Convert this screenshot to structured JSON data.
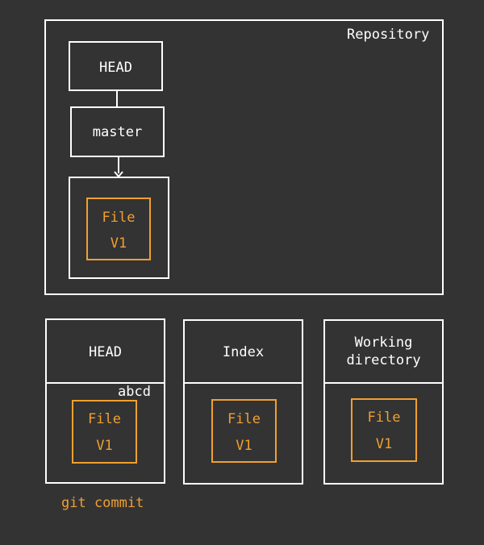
{
  "colors": {
    "background": "#333333",
    "outline": "#ffffff",
    "file": "#f0a030"
  },
  "repository": {
    "label": "Repository",
    "head_label": "HEAD",
    "branch_label": "master",
    "commit_file": {
      "name": "File",
      "version": "V1"
    }
  },
  "trees": {
    "head": {
      "label": "HEAD",
      "commit_id": "abcd",
      "file": {
        "name": "File",
        "version": "V1"
      }
    },
    "index": {
      "label": "Index",
      "file": {
        "name": "File",
        "version": "V1"
      }
    },
    "working_directory": {
      "label_line1": "Working",
      "label_line2": "directory",
      "file": {
        "name": "File",
        "version": "V1"
      }
    }
  },
  "command": "git commit"
}
